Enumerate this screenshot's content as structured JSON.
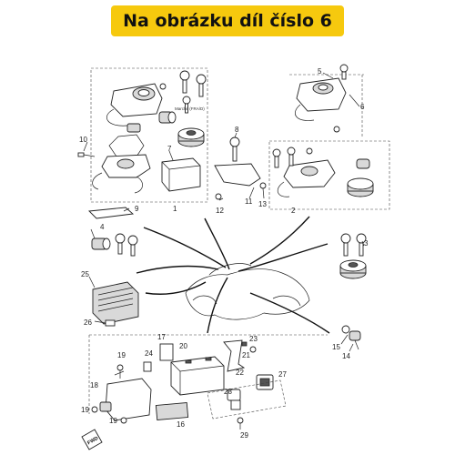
{
  "header": {
    "title": "Na obrázku díl číslo 6"
  },
  "callouts": {
    "n1": "1",
    "n2": "2",
    "n3": "3",
    "n4": "4",
    "n5": "5",
    "n6": "6",
    "n7": "7",
    "n8": "8",
    "n9": "9",
    "n10": "10",
    "n11": "11",
    "n12": "12",
    "n13": "13",
    "n14": "14",
    "n15": "15",
    "n16": "16",
    "n17": "17",
    "n18": "18",
    "n19a": "19",
    "n19b": "19",
    "n19c": "19",
    "n20": "20",
    "n21": "21",
    "n22": "22",
    "n23": "23",
    "n24": "24",
    "n25": "25",
    "n26": "26",
    "n27": "27",
    "n28": "28",
    "n29": "29"
  },
  "annotations": {
    "market_note": "Marché (FRA/D)"
  },
  "badge": {
    "fwd": "FWD"
  }
}
